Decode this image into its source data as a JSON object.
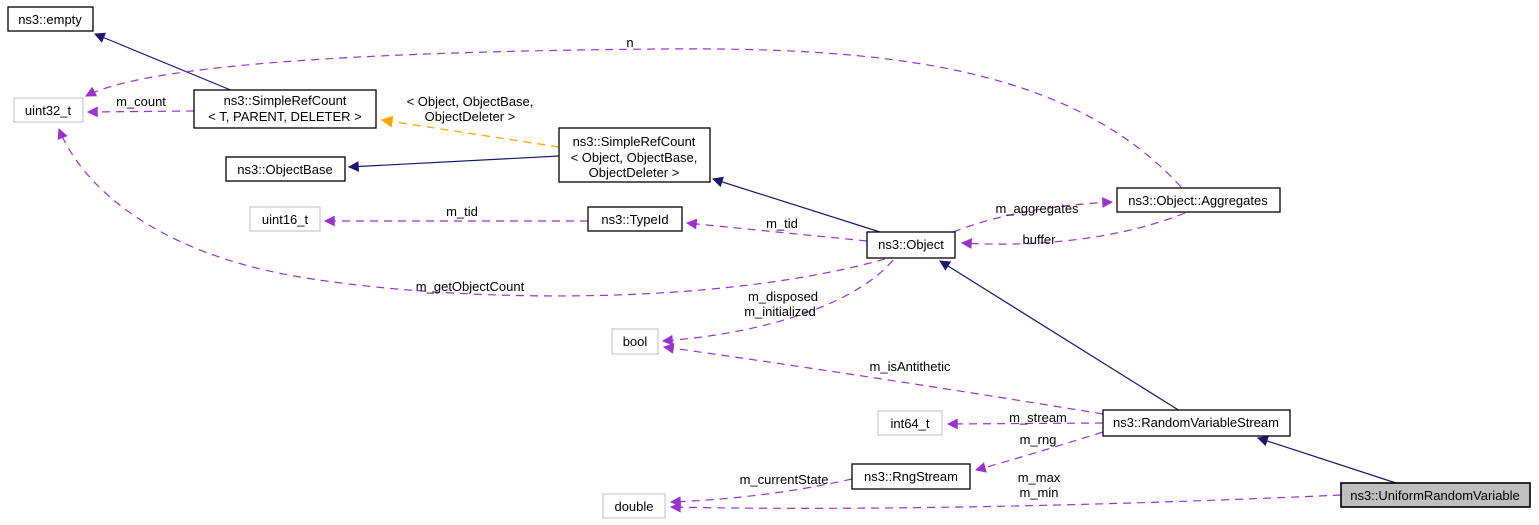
{
  "diagram": {
    "kind": "doxygen-collaboration-graph",
    "colors": {
      "inheritance_edge": "#191970",
      "usage_edge": "#9a32cd",
      "template_edge": "#ffa500",
      "class_border": "#000000",
      "primitive_border": "#bfbfbf",
      "node_fill": "#ffffff",
      "highlight_fill": "#bfbfbf"
    },
    "nodes": {
      "empty": {
        "label": "ns3::empty"
      },
      "uint32": {
        "label": "uint32_t"
      },
      "srcT": {
        "lines": [
          "ns3::SimpleRefCount",
          "< T, PARENT, DELETER >"
        ]
      },
      "srcObj": {
        "lines": [
          "ns3::SimpleRefCount",
          "< Object, ObjectBase,",
          "ObjectDeleter >"
        ]
      },
      "objectBase": {
        "label": "ns3::ObjectBase"
      },
      "uint16": {
        "label": "uint16_t"
      },
      "typeId": {
        "label": "ns3::TypeId"
      },
      "object": {
        "label": "ns3::Object"
      },
      "aggregates": {
        "label": "ns3::Object::Aggregates"
      },
      "bool": {
        "label": "bool"
      },
      "int64": {
        "label": "int64_t"
      },
      "rvs": {
        "label": "ns3::RandomVariableStream"
      },
      "rng": {
        "label": "ns3::RngStream"
      },
      "double": {
        "label": "double"
      },
      "urv": {
        "label": "ns3::UniformRandomVariable"
      }
    },
    "edge_labels": {
      "n": "n",
      "m_count": "m_count",
      "template_args_1": "< Object, ObjectBase,",
      "template_args_2": "ObjectDeleter >",
      "m_tid_typeid": "m_tid",
      "m_tid_object": "m_tid",
      "m_aggregates": "m_aggregates",
      "buffer": "buffer",
      "m_getObjectCount": "m_getObjectCount",
      "m_disposed": "m_disposed",
      "m_initialized": "m_initialized",
      "m_isAntithetic": "m_isAntithetic",
      "m_stream": "m_stream",
      "m_rng": "m_rng",
      "m_currentState": "m_currentState",
      "m_max": "m_max",
      "m_min": "m_min"
    }
  }
}
